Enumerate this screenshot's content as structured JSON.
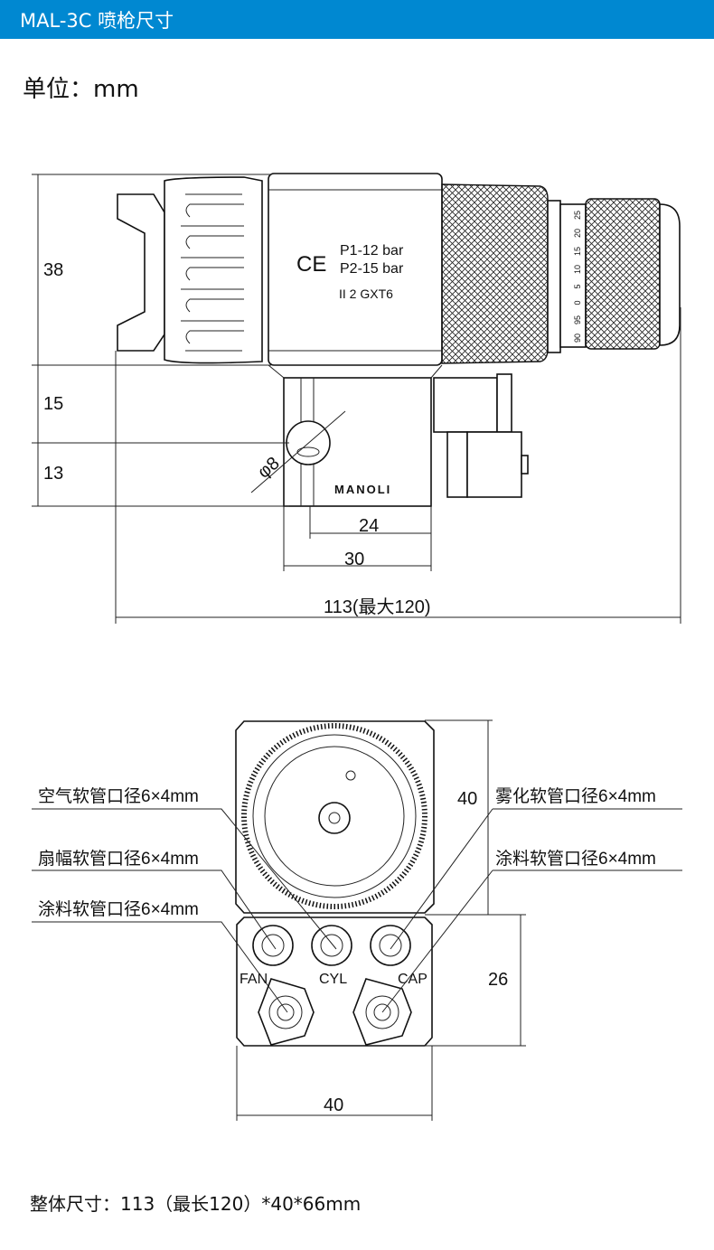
{
  "header": {
    "title": "MAL-3C 喷枪尺寸"
  },
  "unit_label": "单位：mm",
  "side_view": {
    "body_text": [
      "P1-12 bar",
      "P2-15 bar",
      "II 2 GXT6"
    ],
    "ce_mark": "CE",
    "brand": "MANOLI",
    "scale_ticks": [
      "25",
      "20",
      "15",
      "10",
      "5",
      "0",
      "95",
      "90"
    ],
    "dims": {
      "h1": "38",
      "h2": "15",
      "h3": "13",
      "dia": "φ8",
      "w24": "24",
      "w30": "30",
      "total": "113(最大120)"
    }
  },
  "bottom_view": {
    "callouts_left": [
      "空气软管口径6×4mm",
      "扇幅软管口径6×4mm",
      "涂料软管口径6×4mm"
    ],
    "callouts_right": [
      "雾化软管口径6×4mm",
      "涂料软管口径6×4mm"
    ],
    "port_labels": [
      "FAN",
      "CYL",
      "CAP"
    ],
    "dims": {
      "h40": "40",
      "h26": "26",
      "w40": "40"
    }
  },
  "footer": "整体尺寸：113（最长120）*40*66mm"
}
